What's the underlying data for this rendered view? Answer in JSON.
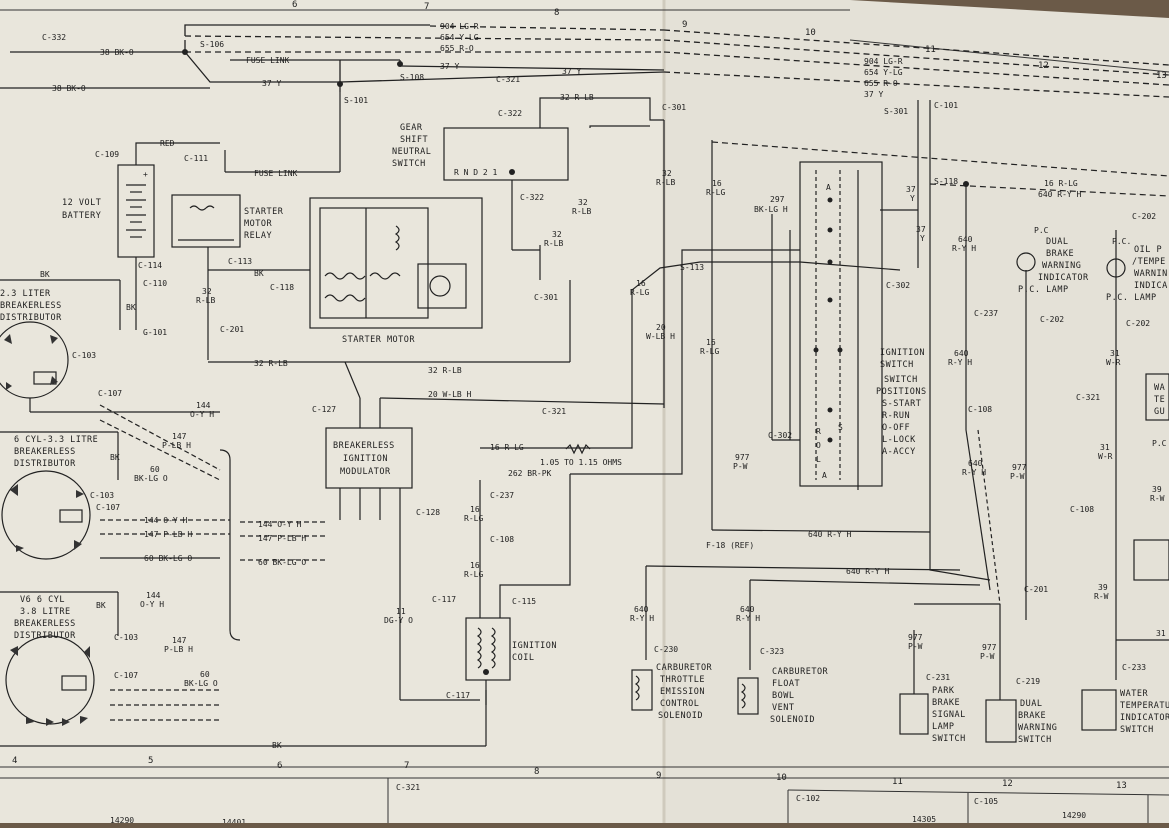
{
  "grid": {
    "top": [
      "6",
      "7",
      "8",
      "9",
      "10",
      "11",
      "12",
      "13"
    ],
    "bottom": [
      "4",
      "5",
      "6",
      "7",
      "8",
      "9",
      "10",
      "11",
      "12",
      "13"
    ]
  },
  "bus": {
    "wires": [
      "904 LG-R",
      "654 Y-LG",
      "655 R-O",
      "37 Y"
    ],
    "wires_right": [
      "904 LG-R",
      "654 Y-LG",
      "655 R-O",
      "37 Y"
    ],
    "fuse_link_top": "FUSE LINK",
    "fuse_link_mid": "FUSE LINK",
    "s106": "S-106",
    "s108": "S-108",
    "s101": "S-101",
    "c332": "C-332",
    "c321a": "C-321",
    "c101": "C-101",
    "w38a": "38 BK-O",
    "w38b": "38 BK-O",
    "w37": "37 Y",
    "w37b": "37 Y"
  },
  "battery": {
    "title": [
      "12 VOLT",
      "BATTERY"
    ],
    "red": "RED",
    "c109": "C-109",
    "c111": "C-111",
    "c114": "C-114",
    "c110": "C-110",
    "bk": "BK",
    "g101": "G-101"
  },
  "relay": {
    "title": [
      "STARTER",
      "MOTOR",
      "RELAY"
    ],
    "c113": "C-113",
    "bk": "BK",
    "c118": "C-118",
    "w32": [
      "32",
      "R-LB"
    ],
    "c201": "C-201"
  },
  "starter": {
    "title": "STARTER MOTOR"
  },
  "gear": {
    "title": [
      "GEAR",
      "SHIFT",
      "NEUTRAL",
      "SWITCH"
    ],
    "positions": "R N D 2 1",
    "c322a": "C-322",
    "c322b": "C-322",
    "w32": "32 R-LB",
    "c301a": "C-301"
  },
  "wires_mid": {
    "v32a": [
      "32",
      "R-LB"
    ],
    "v32b": [
      "32",
      "R-LB"
    ],
    "v32c": [
      "32",
      "R-LB"
    ],
    "c301b": "C-301",
    "w32bot": "32 R-LB",
    "w32bot2": "32 R-LB",
    "w20": "20 W-LB H",
    "c321": "C-321",
    "v16a": [
      "16",
      "R-LG"
    ],
    "v20": [
      "20",
      "W-LB H"
    ],
    "v16b": [
      "16",
      "R-LG"
    ],
    "s113": "S-113",
    "w16": "16 R-LG",
    "ohms": "1.05 TO 1.15 OHMS",
    "w262": "262 BR-PK"
  },
  "distributors": [
    {
      "title": [
        "2.3 LITER",
        "BREAKERLESS",
        "DISTRIBUTOR"
      ],
      "bk": "BK",
      "c103": "C-103",
      "c107": "C-107"
    },
    {
      "title": [
        "6 CYL-3.3 LITRE",
        "BREAKERLESS",
        "DISTRIBUTOR"
      ],
      "bk": "BK",
      "c103": "C-103",
      "c107": "C-107"
    },
    {
      "title": [
        "V6  6 CYL",
        "3.8 LITRE",
        "BREAKERLESS",
        "DISTRIBUTOR"
      ],
      "bk": "BK",
      "c103": "C-103",
      "c107": "C-107"
    }
  ],
  "dist_wires": {
    "v144a": [
      "144",
      "O-Y H"
    ],
    "v147a": [
      "147",
      "P-LB H"
    ],
    "v60a": [
      "60",
      "BK-LG O"
    ],
    "h144": "144 O-Y H",
    "h147": "147 P-LB H",
    "h60": "60 BK-LG O",
    "m144": "144 O-Y H",
    "m147": "147 P-LB H",
    "m60": "60 BK-LG O",
    "v144b": [
      "144",
      "O-Y H"
    ],
    "v147b": [
      "147",
      "P-LB H"
    ],
    "v60b": [
      "60",
      "BK-LG O"
    ]
  },
  "module": {
    "title": [
      "BREAKERLESS",
      "IGNITION",
      "MODULATOR"
    ],
    "c127": "C-127",
    "c128": "C-128",
    "w11": [
      "11",
      "DG-Y O"
    ],
    "bk": "BK"
  },
  "coil": {
    "title": [
      "IGNITION",
      "COIL"
    ],
    "c237": "C-237",
    "v16a": [
      "16",
      "R-LG"
    ],
    "c108": "C-108",
    "v16b": [
      "16",
      "R-LG"
    ],
    "c117a": "C-117",
    "c115": "C-115",
    "c117b": "C-117"
  },
  "ign_switch": {
    "title": [
      "IGNITION",
      "SWITCH"
    ],
    "positions": [
      "SWITCH",
      "POSITIONS",
      "S-START",
      "R-RUN",
      "O-OFF",
      "L-LOCK",
      "A-ACCY"
    ],
    "w297": [
      "297",
      "BK-LG H"
    ],
    "v16": [
      "16",
      "R-LG"
    ],
    "v37a": [
      "37",
      "Y"
    ],
    "v37b": [
      "37",
      "Y"
    ],
    "c302a": "C-302",
    "c302b": "C-302",
    "s301": "S-301",
    "letters": [
      "R",
      "O",
      "L",
      "A",
      "S",
      "A"
    ]
  },
  "right": {
    "s118": "S-118",
    "w16": "16 R-LG",
    "w640": "640 R-Y H",
    "v640a": [
      "640",
      "R-Y H"
    ],
    "c237": "C-237",
    "v640b": [
      "640",
      "R-Y H"
    ],
    "c108": "C-108",
    "v640c": [
      "640",
      "R-Y H"
    ],
    "v977a": [
      "977",
      "P-W"
    ],
    "v977b": [
      "977",
      "P-W"
    ],
    "f18": "F-18 (REF)",
    "w640h": "640 R-Y H",
    "w640h2": "640 R-Y H",
    "c201": "C-201",
    "c202a": "C-202",
    "c202b": "C-202",
    "c202c": "C-202",
    "pc": "P.C",
    "pc2": "P.C.",
    "v977c": [
      "977",
      "P-W"
    ],
    "v977d": [
      "977",
      "P-W"
    ],
    "c231": "C-231",
    "c219": "C-219",
    "v31a": [
      "31",
      "W-R"
    ],
    "c321": "C-321",
    "v31b": [
      "31",
      "W-R"
    ],
    "c108b": "C-108",
    "v39": [
      "39",
      "R-W"
    ],
    "c233": "C-233",
    "w31": "31"
  },
  "components_right": [
    {
      "title": [
        "DUAL",
        "BRAKE",
        "WARNING",
        "INDICATOR",
        "P.C. LAMP"
      ]
    },
    {
      "title": [
        "OIL P",
        "/TEMPE",
        "WARNIN",
        "INDICA",
        "P.C. LAMP"
      ]
    },
    {
      "title": [
        "PARK",
        "BRAKE",
        "SIGNAL",
        "LAMP",
        "SWITCH"
      ]
    },
    {
      "title": [
        "DUAL",
        "BRAKE",
        "WARNING",
        "SWITCH"
      ]
    },
    {
      "title": [
        "WATER",
        "TEMPERATU",
        "INDICATOR",
        "SWITCH"
      ]
    },
    {
      "title": [
        "WA",
        "TE",
        "GU"
      ]
    },
    {
      "title": [
        "P.C",
        "39",
        "R-W"
      ]
    }
  ],
  "solenoids": [
    {
      "title": [
        "CARBURETOR",
        "THROTTLE",
        "EMISSION",
        "CONTROL",
        "SOLENOID"
      ],
      "wire": [
        "640",
        "R-Y H"
      ],
      "conn": "C-230"
    },
    {
      "title": [
        "CARBURETOR",
        "FLOAT",
        "BOWL",
        "VENT",
        "SOLENOID"
      ],
      "wire": [
        "640",
        "R-Y H"
      ],
      "conn": "C-323"
    }
  ],
  "footer": {
    "c321": "C-321",
    "c102": "C-102",
    "c105": "C-105",
    "n1": "14290",
    "n2": "14401",
    "n3": "14305",
    "n4": "14290"
  }
}
